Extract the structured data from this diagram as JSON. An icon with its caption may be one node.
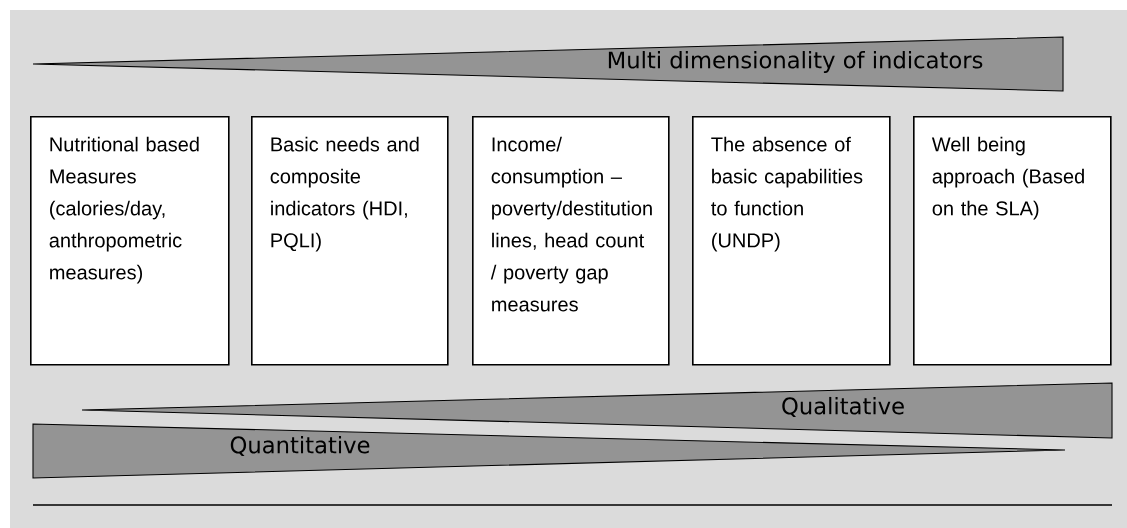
{
  "diagram": {
    "nodes": [
      {
        "text": [
          "Multi dimensionality of indicators"
        ]
      },
      {
        "text": [
          "Nutritional based Measures (calories/day, anthropometric measures)"
        ]
      },
      {
        "text": [
          "Basic needs and composite indicators (HDI, PQLI)"
        ]
      },
      {
        "text": [
          "Income/ consumption – poverty/destitution lines, head count / poverty gap measures"
        ]
      },
      {
        "text": [
          "The absence of basic capabilities to function (UNDP)"
        ]
      },
      {
        "text": [
          "Well being approach (Based on the SLA)"
        ]
      },
      {
        "text": [
          "Qualitative"
        ]
      },
      {
        "text": [
          "Quantitative"
        ]
      }
    ]
  }
}
